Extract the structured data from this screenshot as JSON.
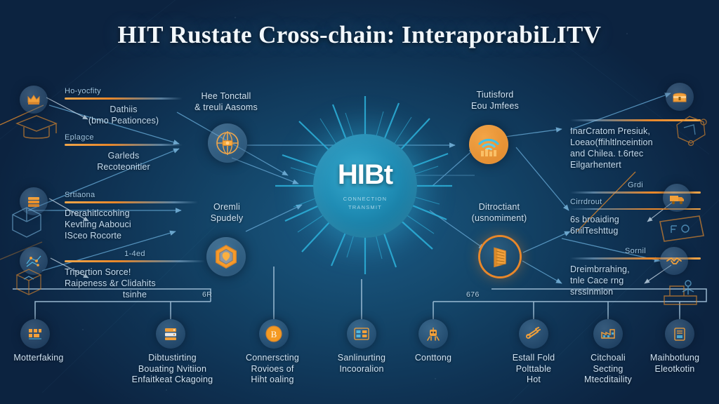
{
  "title": "HIT Rustate Cross-chain: InteraporabiLITV",
  "theme": {
    "background_dark": "#0c2340",
    "background_glow": "#1a5a84",
    "accent_orange": "#e8872a",
    "accent_cyan": "#2aaad4",
    "text_primary": "#cfe2f2",
    "text_header": "#9fc4e0"
  },
  "hub": {
    "name": "hub-node",
    "label": "HIBt",
    "sublabel_line1": "CONNECTION",
    "sublabel_line2": "TRANSMIT",
    "icon": "burst-star-icon"
  },
  "inner_nodes": [
    {
      "id": "inner-globe",
      "icon": "globe-network-icon",
      "caption_line1": "Hee Tonctall",
      "caption_line2": "& treuli Aasoms"
    },
    {
      "id": "inner-shield",
      "icon": "hexagon-shield-icon",
      "caption_line1": "Oremli",
      "caption_line2": "Spudely"
    },
    {
      "id": "inner-signal",
      "icon": "wifi-signal-icon",
      "caption_line1": "Tiutisford",
      "caption_line2": "Eou Jmfees"
    },
    {
      "id": "inner-ledger",
      "icon": "ledger-blocks-icon",
      "caption_line1": "Ditroctiant",
      "caption_line2": "(usnomiment)"
    }
  ],
  "left_blocks": [
    {
      "id": "left-block-1",
      "header": "Ho-yocfity",
      "body_line1": "Dathiis",
      "body_line2": "(bmo Peationces)",
      "icon": "crown-chip-icon",
      "doodle": "graduation-cap-doodle"
    },
    {
      "id": "left-block-2",
      "header": "Eplagce",
      "body_line1": "Garleds",
      "body_line2": "Recoteonitier",
      "icon": "",
      "doodle": ""
    },
    {
      "id": "left-block-3",
      "header": "Srtiaona",
      "body_line1": "Drerahitlccohing",
      "body_line2": "Kevtling Aabouci",
      "body_line3": "ISceo Rocorte",
      "icon": "coin-stack-icon",
      "doodle": "cube-outline-doodle"
    },
    {
      "id": "left-block-4",
      "header": "1-4ed",
      "body_line1": "Tripertion Sorce!",
      "body_line2": "Raipeness &r Clidahits",
      "body_line3": "tsinhe",
      "icon": "network-map-icon",
      "doodle": "box-open-doodle"
    }
  ],
  "right_blocks": [
    {
      "id": "right-block-1",
      "header": "",
      "body_line1": "InarCratom Presiuk,",
      "body_line2": "Loeao(ffihltlnceintion",
      "body_line3": "and Chilea. t.6rtec",
      "body_line4": "Eilgarhentert",
      "icon": "treasure-chest-icon",
      "doodle": "polygon-node-doodle"
    },
    {
      "id": "right-block-2",
      "header": "Grdi",
      "body_line1": "Cirrdrout",
      "body_line2": "6s broaiding",
      "body_line3": "6nilTeshttug",
      "icon": "truck-box-icon",
      "doodle": "card-frame-doodle"
    },
    {
      "id": "right-block-3",
      "header": "Sornil",
      "body_line1": "Dreimbrrahing,",
      "body_line2": "tnle Cace rng",
      "body_line3": "srssinmion",
      "icon": "handshake-icon",
      "doodle": "person-desk-doodle"
    }
  ],
  "bracket_ticks": [
    {
      "id": "tick-left",
      "label": "6R"
    },
    {
      "id": "tick-right",
      "label": "676"
    }
  ],
  "bottom_nodes": [
    {
      "id": "bottom-1",
      "icon": "data-cluster-icon",
      "line1": "Motterfaking",
      "line2": "",
      "line3": ""
    },
    {
      "id": "bottom-2",
      "icon": "server-rack-icon",
      "line1": "Dibtustirting",
      "line2": "Bouating Nvitiion",
      "line3": "Enfaitkeat Ckagoing"
    },
    {
      "id": "bottom-3",
      "icon": "bitcoin-coin-icon",
      "line1": "Connerscting",
      "line2": "Rovioes of",
      "line3": "Hiht oaling"
    },
    {
      "id": "bottom-4",
      "icon": "dashboard-icon",
      "line1": "Sanlinurting",
      "line2": "Incooralion",
      "line3": ""
    },
    {
      "id": "bottom-5",
      "icon": "robot-icon",
      "line1": "Conttong",
      "line2": "",
      "line3": ""
    },
    {
      "id": "bottom-6",
      "icon": "key-cluster-icon",
      "line1": "Estall Fold",
      "line2": "Polttable",
      "line3": "Hot"
    },
    {
      "id": "bottom-7",
      "icon": "factory-icon",
      "line1": "Citchoali",
      "line2": "Secting",
      "line3": "Mtecditaility"
    },
    {
      "id": "bottom-8",
      "icon": "document-stack-icon",
      "line1": "Maihbotlung",
      "line2": "Eleotkotin",
      "line3": ""
    }
  ]
}
